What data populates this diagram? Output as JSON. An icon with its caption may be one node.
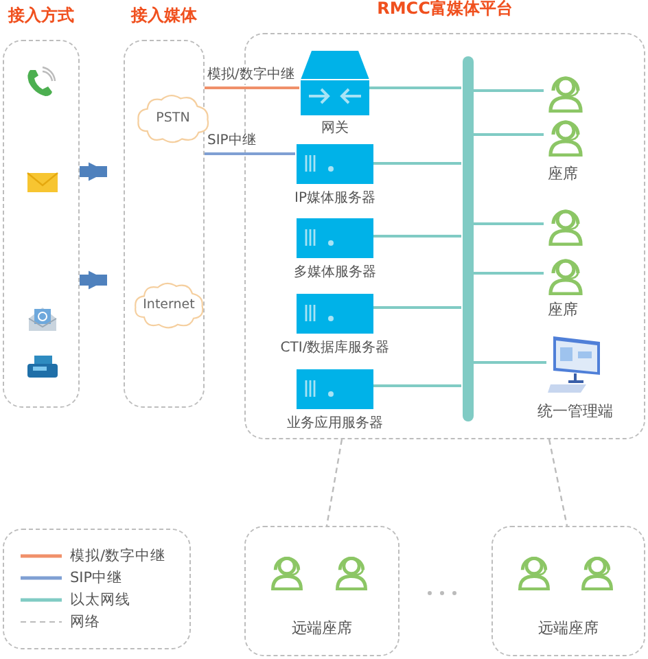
{
  "diagram": {
    "nodes": [
      {
        "text": [
          "接入方式"
        ]
      },
      {
        "text": [
          "接入媒体"
        ]
      },
      {
        "text": [
          "RMCC富媒体平台"
        ]
      },
      {
        "text": [
          "PSTN"
        ],
        "in": 1
      },
      {
        "text": [
          "Internet"
        ],
        "in": 1
      },
      {
        "text": [
          "网关"
        ],
        "in": 2
      },
      {
        "text": [
          "IP媒体服务器"
        ],
        "in": 2
      },
      {
        "text": [
          "多媒体服务器"
        ],
        "in": 2
      },
      {
        "text": [
          "CTI/数据库服务器"
        ],
        "in": 2
      },
      {
        "text": [
          "业务应用服务器"
        ],
        "in": 2
      },
      {
        "text": [],
        "shape": "bar",
        "in": 2
      },
      {
        "text": [],
        "shape": "person",
        "in": 2
      },
      {
        "text": [],
        "shape": "person",
        "in": 2
      },
      {
        "text": [],
        "shape": "person",
        "in": 2
      },
      {
        "text": [],
        "shape": "person",
        "in": 2
      },
      {
        "text": [
          "统一管理端"
        ],
        "in": 2
      },
      {
        "text": [
          "远端座席"
        ]
      },
      {
        "text": [
          "远端座席"
        ]
      }
    ],
    "edges": [
      {
        "from": 0,
        "to": 1,
        "arrow": "to",
        "style": "thick",
        "color": "#4f81bd"
      },
      {
        "from": 0,
        "to": 1,
        "arrow": "to",
        "style": "thick",
        "color": "#4f81bd"
      },
      {
        "from": 1,
        "to": 5,
        "arrow": "none",
        "label": "模拟/数字中继",
        "color": "#f0906a"
      },
      {
        "from": 1,
        "to": 6,
        "arrow": "none",
        "label": "SIP中继",
        "color": "#7f9fd3"
      },
      {
        "from": 5,
        "to": 10,
        "arrow": "none"
      },
      {
        "from": 6,
        "to": 10,
        "arrow": "none"
      },
      {
        "from": 7,
        "to": 10,
        "arrow": "none"
      },
      {
        "from": 8,
        "to": 10,
        "arrow": "none"
      },
      {
        "from": 9,
        "to": 10,
        "arrow": "none"
      },
      {
        "from": 10,
        "to": 11,
        "arrow": "none"
      },
      {
        "from": 10,
        "to": 12,
        "arrow": "none"
      },
      {
        "from": 10,
        "to": 13,
        "arrow": "none"
      },
      {
        "from": 10,
        "to": 14,
        "arrow": "none"
      },
      {
        "from": 10,
        "to": 15,
        "arrow": "none"
      },
      {
        "from": 2,
        "to": 16,
        "arrow": "none",
        "style": "dashed",
        "color": "#bbbbbb"
      },
      {
        "from": 2,
        "to": 17,
        "arrow": "none",
        "style": "dashed",
        "color": "#bbbbbb"
      }
    ],
    "labels": [
      "座席",
      "座席"
    ],
    "legend": [
      {
        "text": "模拟/数字中继"
      },
      {
        "text": "SIP中继"
      },
      {
        "text": "以太网线"
      },
      {
        "text": "网络"
      }
    ]
  }
}
